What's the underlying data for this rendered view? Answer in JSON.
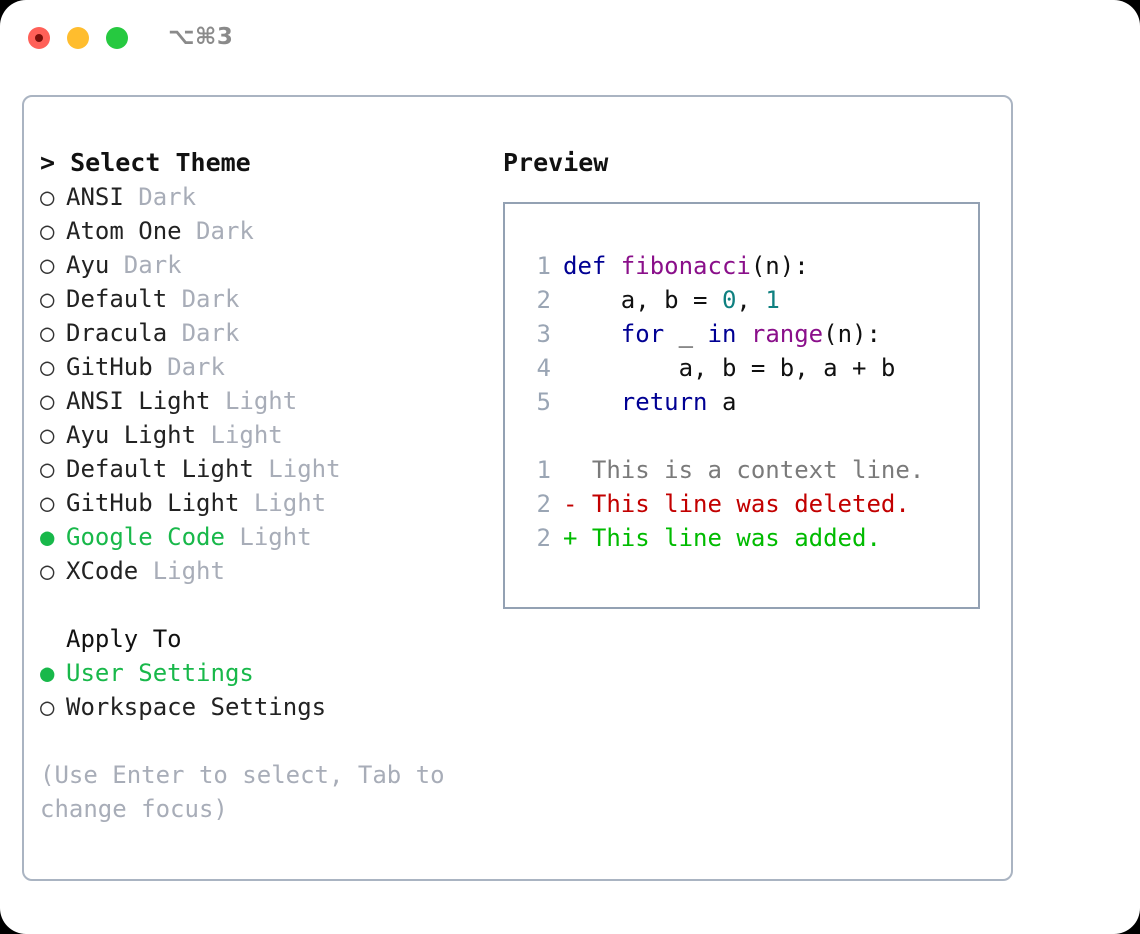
{
  "window": {
    "shortcut": "⌥⌘3",
    "traffic_lights": [
      "close",
      "minimize",
      "maximize"
    ],
    "colors": {
      "close": "#ff6058",
      "minimize": "#ffbd2e",
      "maximize": "#26c940",
      "accent_green": "#18b84a",
      "border": "#aab4c2",
      "muted": "#a8adb8"
    }
  },
  "theme_panel": {
    "header": "> Select Theme",
    "options": [
      {
        "bullet": "○",
        "name": "ANSI",
        "category": "Dark",
        "selected": false
      },
      {
        "bullet": "○",
        "name": "Atom One",
        "category": "Dark",
        "selected": false
      },
      {
        "bullet": "○",
        "name": "Ayu",
        "category": "Dark",
        "selected": false
      },
      {
        "bullet": "○",
        "name": "Default",
        "category": "Dark",
        "selected": false
      },
      {
        "bullet": "○",
        "name": "Dracula",
        "category": "Dark",
        "selected": false
      },
      {
        "bullet": "○",
        "name": "GitHub",
        "category": "Dark",
        "selected": false
      },
      {
        "bullet": "○",
        "name": "ANSI Light",
        "category": "Light",
        "selected": false
      },
      {
        "bullet": "○",
        "name": "Ayu Light",
        "category": "Light",
        "selected": false
      },
      {
        "bullet": "○",
        "name": "Default Light",
        "category": "Light",
        "selected": false
      },
      {
        "bullet": "○",
        "name": "GitHub Light",
        "category": "Light",
        "selected": false
      },
      {
        "bullet": "●",
        "name": "Google Code",
        "category": "Light",
        "selected": true
      },
      {
        "bullet": "○",
        "name": "XCode",
        "category": "Light",
        "selected": false
      }
    ]
  },
  "apply_to": {
    "header": "Apply To",
    "options": [
      {
        "bullet": "●",
        "name": "User Settings",
        "selected": true
      },
      {
        "bullet": "○",
        "name": "Workspace Settings",
        "selected": false
      }
    ]
  },
  "hint": "(Use Enter to select, Tab to change focus)",
  "preview": {
    "header": "Preview",
    "code_lines": [
      {
        "num": "1",
        "tokens": [
          {
            "t": "def ",
            "c": "kw"
          },
          {
            "t": "fibonacci",
            "c": "fn"
          },
          {
            "t": "(n):",
            "c": "plain"
          }
        ]
      },
      {
        "num": "2",
        "tokens": [
          {
            "t": "    a, b = ",
            "c": "plain"
          },
          {
            "t": "0",
            "c": "num"
          },
          {
            "t": ", ",
            "c": "plain"
          },
          {
            "t": "1",
            "c": "num"
          }
        ]
      },
      {
        "num": "3",
        "tokens": [
          {
            "t": "    ",
            "c": "plain"
          },
          {
            "t": "for",
            "c": "kw"
          },
          {
            "t": " _ ",
            "c": "plain"
          },
          {
            "t": "in",
            "c": "kw"
          },
          {
            "t": " ",
            "c": "plain"
          },
          {
            "t": "range",
            "c": "fn"
          },
          {
            "t": "(n):",
            "c": "plain"
          }
        ]
      },
      {
        "num": "4",
        "tokens": [
          {
            "t": "        a, b = b, a + b",
            "c": "plain"
          }
        ]
      },
      {
        "num": "5",
        "tokens": [
          {
            "t": "    ",
            "c": "plain"
          },
          {
            "t": "return",
            "c": "kw"
          },
          {
            "t": " a",
            "c": "plain"
          }
        ]
      }
    ],
    "diff_lines": [
      {
        "num": "1",
        "marker": "  ",
        "text": "This is a context line.",
        "kind": "diff-ctx"
      },
      {
        "num": "2",
        "marker": "- ",
        "text": "This line was deleted.",
        "kind": "diff-del"
      },
      {
        "num": "2",
        "marker": "+ ",
        "text": "This line was added.",
        "kind": "diff-add"
      }
    ]
  }
}
